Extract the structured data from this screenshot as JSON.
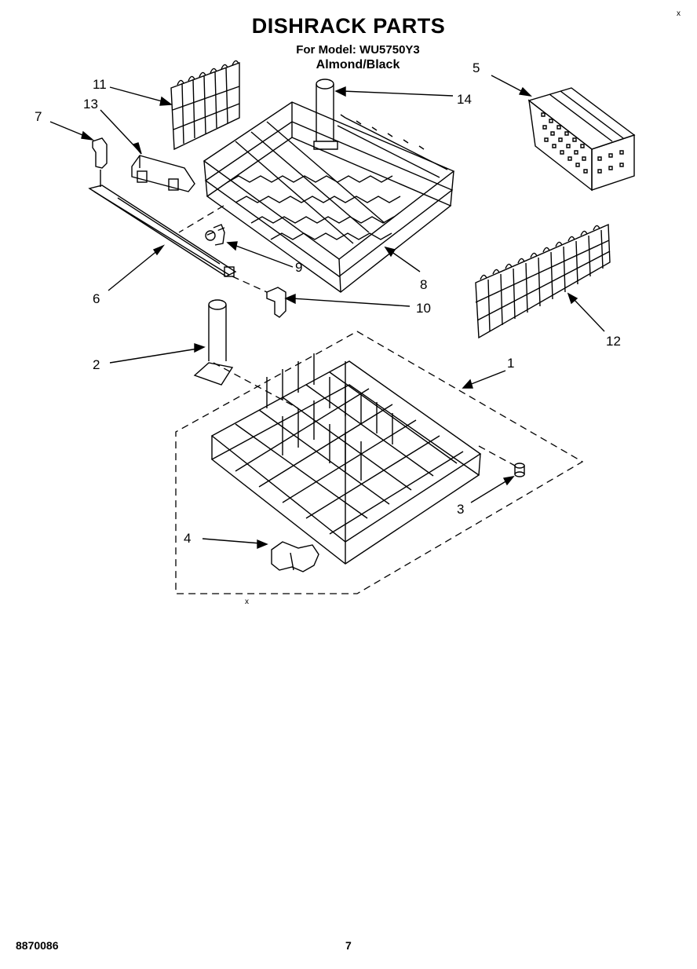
{
  "header": {
    "title": "DISHRACK PARTS",
    "model_line": "For Model: WU5750Y3",
    "color_line": "Almond/Black"
  },
  "callouts": [
    "1",
    "2",
    "3",
    "4",
    "5",
    "6",
    "7",
    "8",
    "9",
    "10",
    "11",
    "12",
    "13",
    "14"
  ],
  "footer": {
    "doc_number": "8870086",
    "page_number": "7"
  },
  "marks": {
    "corner": "x",
    "bottom": "x"
  }
}
